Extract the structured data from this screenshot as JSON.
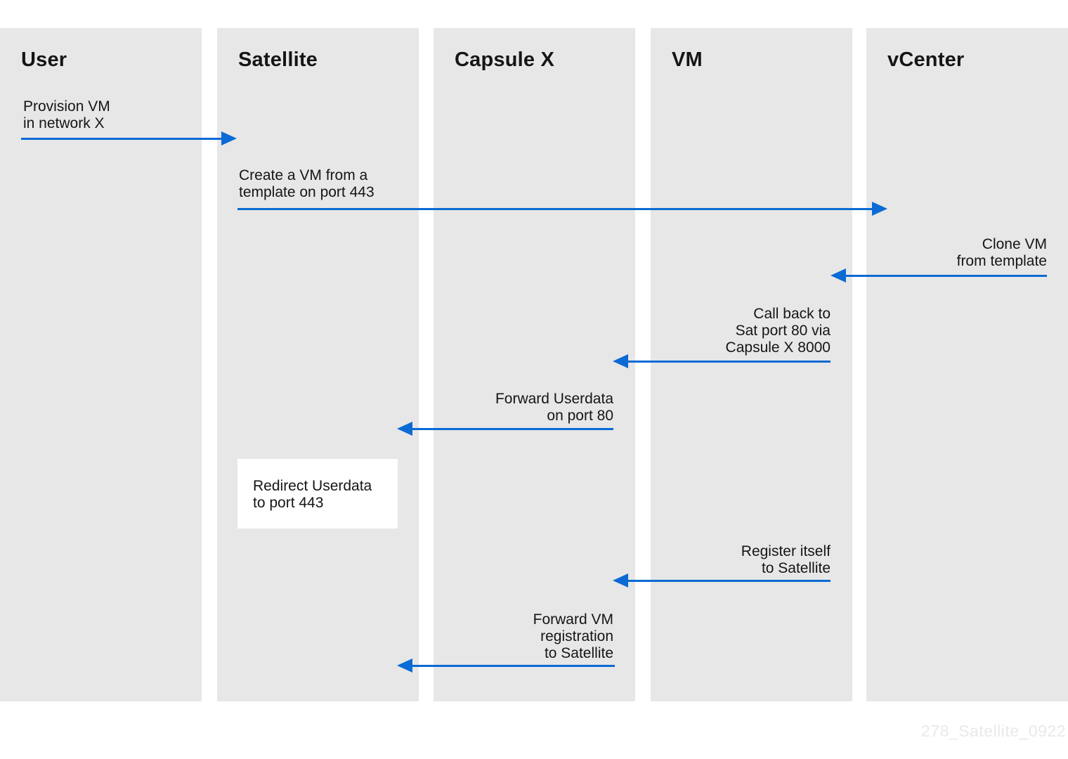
{
  "diagram": {
    "colors": {
      "lane_background": "#e7e7e7",
      "text": "#151515",
      "arrow_blue": "#0b6ad4",
      "page_background": "#ffffff",
      "self_action_background": "#ffffff"
    },
    "lanes": [
      {
        "label": "User"
      },
      {
        "label": "Satellite"
      },
      {
        "label": "Capsule X"
      },
      {
        "label": "VM"
      },
      {
        "label": "vCenter"
      }
    ],
    "messages": [
      {
        "from": "User",
        "to": "Satellite",
        "direction": "right",
        "label": "Provision VM\nin network X"
      },
      {
        "from": "Satellite",
        "to": "vCenter",
        "direction": "right",
        "label": "Create a VM from a\ntemplate on port 443"
      },
      {
        "from": "vCenter",
        "to": "VM",
        "direction": "left",
        "label": "Clone VM\nfrom template"
      },
      {
        "from": "VM",
        "to": "Capsule X",
        "direction": "left",
        "label": "Call back to\nSat port 80 via\nCapsule X 8000"
      },
      {
        "from": "Capsule X",
        "to": "Satellite",
        "direction": "left",
        "label": "Forward Userdata\non port 80"
      },
      {
        "type": "self-action",
        "lane": "Satellite",
        "label": "Redirect Userdata\nto port 443"
      },
      {
        "from": "VM",
        "to": "Capsule X",
        "direction": "left",
        "label": "Register itself\nto Satellite"
      },
      {
        "from": "Capsule X",
        "to": "Satellite",
        "direction": "left",
        "label": "Forward VM\nregistration\nto Satellite"
      }
    ],
    "watermark": "278_Satellite_0922"
  }
}
